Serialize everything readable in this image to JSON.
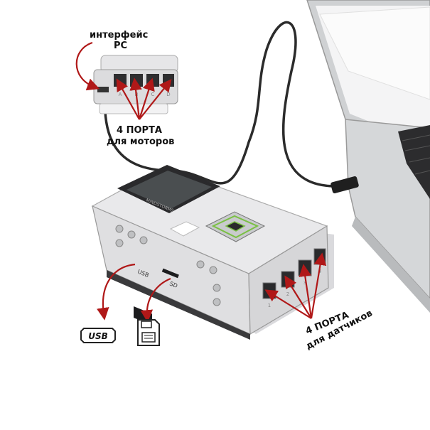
{
  "labels": {
    "pc_interface_line1": "интерфейс",
    "pc_interface_line2": "PC",
    "motor_ports_line1": "4  ПОРТА",
    "motor_ports_line2": "для моторов",
    "sensor_ports_line1": "4 ПОРТА",
    "sensor_ports_line2": "для датчиков",
    "usb_port_label": "USB",
    "sd_slot_label": "SD",
    "usb_icon_text": "USB",
    "brick_brand": "MINDSTORMS",
    "motor_port_letters": [
      "A",
      "B",
      "C",
      "D"
    ],
    "sensor_port_numbers": [
      "1",
      "2",
      "3",
      "4"
    ]
  },
  "colors": {
    "arrow": "#b01818",
    "brick_body": "#e8e8ea",
    "brick_dark": "#2a2a2c",
    "accent_green": "#7ac043",
    "laptop": "#d4d6d8"
  }
}
